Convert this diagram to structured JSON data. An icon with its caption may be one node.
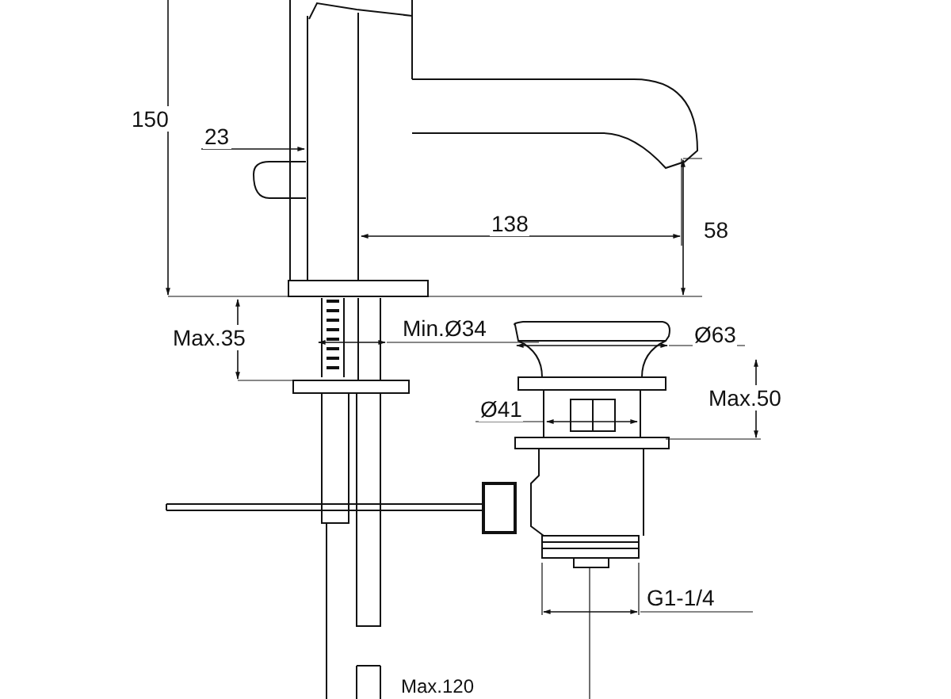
{
  "diagram": {
    "labels": [
      "150",
      "23",
      "138",
      "58",
      "Max.35",
      "Min.Ø34",
      "Ø63",
      "Ø41",
      "Max.50",
      "G1-1/4",
      "Max.120"
    ]
  }
}
